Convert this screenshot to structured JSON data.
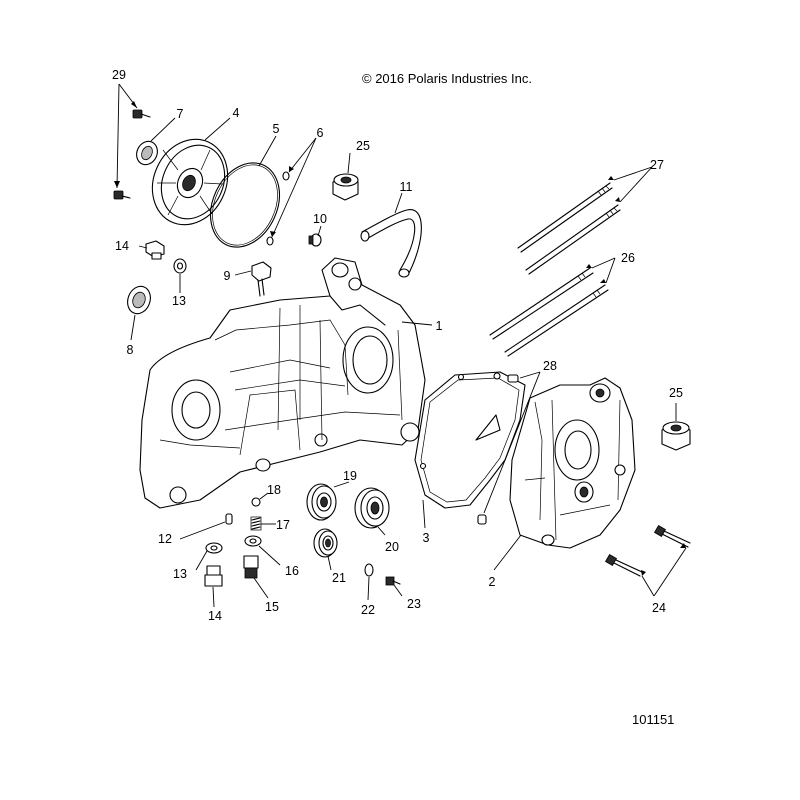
{
  "copyright": "© 2016 Polaris Industries Inc.",
  "figure_number": "101151",
  "callouts": {
    "c1": "1",
    "c2": "2",
    "c3": "3",
    "c4": "4",
    "c5": "5",
    "c6": "6",
    "c7": "7",
    "c8": "8",
    "c9": "9",
    "c10": "10",
    "c11": "11",
    "c12": "12",
    "c13a": "13",
    "c13b": "13",
    "c14a": "14",
    "c14b": "14",
    "c15": "15",
    "c16": "16",
    "c17": "17",
    "c18": "18",
    "c19": "19",
    "c20": "20",
    "c21": "21",
    "c22": "22",
    "c23": "23",
    "c24": "24",
    "c25a": "25",
    "c25b": "25",
    "c26": "26",
    "c27": "27",
    "c28": "28",
    "c29": "29"
  }
}
